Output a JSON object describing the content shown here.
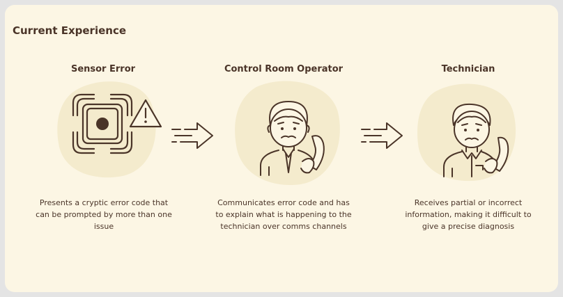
{
  "section_title": "Current Experience",
  "steps": [
    {
      "title": "Sensor Error",
      "description": "Presents a cryptic error code that can be prompted by more than one issue",
      "icon": "sensor-error-icon"
    },
    {
      "title": "Control Room Operator",
      "description": "Communicates error code and has to explain what is happening to the technician over comms channels",
      "icon": "operator-on-phone-icon"
    },
    {
      "title": "Technician",
      "description": "Receives partial or incorrect information, making it difficult to give a precise diagnosis",
      "icon": "technician-on-phone-icon"
    }
  ],
  "connectors": [
    "arrow-right-icon",
    "arrow-right-icon"
  ],
  "colors": {
    "page_bg": "#e4e4e4",
    "card_bg": "#fcf6e4",
    "blob": "#f4ebcd",
    "ink": "#4a3428"
  }
}
